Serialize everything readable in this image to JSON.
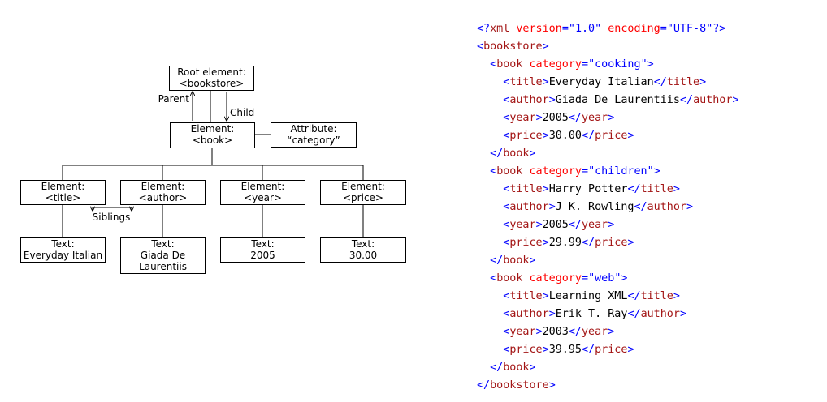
{
  "diagram": {
    "nodes": {
      "root": {
        "lines": [
          "Root element:",
          "<bookstore>"
        ]
      },
      "book": {
        "lines": [
          "Element:",
          "<book>"
        ]
      },
      "attribute": {
        "lines": [
          "Attribute:",
          "“category”"
        ]
      },
      "title": {
        "lines": [
          "Element:",
          "<title>"
        ]
      },
      "author": {
        "lines": [
          "Element:",
          "<author>"
        ]
      },
      "year": {
        "lines": [
          "Element:",
          "<year>"
        ]
      },
      "price": {
        "lines": [
          "Element:",
          "<price>"
        ]
      },
      "text_title": {
        "lines": [
          "Text:",
          "Everyday Italian"
        ]
      },
      "text_author": {
        "lines": [
          "Text:",
          "Giada De",
          "Laurentiis"
        ]
      },
      "text_year": {
        "lines": [
          "Text:",
          "2005"
        ]
      },
      "text_price": {
        "lines": [
          "Text:",
          "30.00"
        ]
      }
    },
    "relations": {
      "parent": "Parent",
      "child": "Child",
      "siblings": "Siblings"
    }
  },
  "xml_lines": [
    [
      {
        "t": "punct",
        "v": "<?"
      },
      {
        "t": "tag",
        "v": "xml"
      },
      {
        "t": "text",
        "v": " "
      },
      {
        "t": "attr",
        "v": "version"
      },
      {
        "t": "punct",
        "v": "="
      },
      {
        "t": "punct",
        "v": "\""
      },
      {
        "t": "value",
        "v": "1.0"
      },
      {
        "t": "punct",
        "v": "\""
      },
      {
        "t": "text",
        "v": " "
      },
      {
        "t": "attr",
        "v": "encoding"
      },
      {
        "t": "punct",
        "v": "="
      },
      {
        "t": "punct",
        "v": "\""
      },
      {
        "t": "value",
        "v": "UTF-8"
      },
      {
        "t": "punct",
        "v": "\""
      },
      {
        "t": "punct",
        "v": "?>"
      }
    ],
    [
      {
        "t": "punct",
        "v": "<"
      },
      {
        "t": "tag",
        "v": "bookstore"
      },
      {
        "t": "punct",
        "v": ">"
      }
    ],
    [
      {
        "t": "text",
        "v": "  "
      },
      {
        "t": "punct",
        "v": "<"
      },
      {
        "t": "tag",
        "v": "book"
      },
      {
        "t": "text",
        "v": " "
      },
      {
        "t": "attr",
        "v": "category"
      },
      {
        "t": "punct",
        "v": "="
      },
      {
        "t": "punct",
        "v": "\""
      },
      {
        "t": "value",
        "v": "cooking"
      },
      {
        "t": "punct",
        "v": "\""
      },
      {
        "t": "punct",
        "v": ">"
      }
    ],
    [
      {
        "t": "text",
        "v": "    "
      },
      {
        "t": "punct",
        "v": "<"
      },
      {
        "t": "tag",
        "v": "title"
      },
      {
        "t": "punct",
        "v": ">"
      },
      {
        "t": "text",
        "v": "Everyday Italian"
      },
      {
        "t": "punct",
        "v": "</"
      },
      {
        "t": "tag",
        "v": "title"
      },
      {
        "t": "punct",
        "v": ">"
      }
    ],
    [
      {
        "t": "text",
        "v": "    "
      },
      {
        "t": "punct",
        "v": "<"
      },
      {
        "t": "tag",
        "v": "author"
      },
      {
        "t": "punct",
        "v": ">"
      },
      {
        "t": "text",
        "v": "Giada De Laurentiis"
      },
      {
        "t": "punct",
        "v": "</"
      },
      {
        "t": "tag",
        "v": "author"
      },
      {
        "t": "punct",
        "v": ">"
      }
    ],
    [
      {
        "t": "text",
        "v": "    "
      },
      {
        "t": "punct",
        "v": "<"
      },
      {
        "t": "tag",
        "v": "year"
      },
      {
        "t": "punct",
        "v": ">"
      },
      {
        "t": "text",
        "v": "2005"
      },
      {
        "t": "punct",
        "v": "</"
      },
      {
        "t": "tag",
        "v": "year"
      },
      {
        "t": "punct",
        "v": ">"
      }
    ],
    [
      {
        "t": "text",
        "v": "    "
      },
      {
        "t": "punct",
        "v": "<"
      },
      {
        "t": "tag",
        "v": "price"
      },
      {
        "t": "punct",
        "v": ">"
      },
      {
        "t": "text",
        "v": "30.00"
      },
      {
        "t": "punct",
        "v": "</"
      },
      {
        "t": "tag",
        "v": "price"
      },
      {
        "t": "punct",
        "v": ">"
      }
    ],
    [
      {
        "t": "text",
        "v": "  "
      },
      {
        "t": "punct",
        "v": "</"
      },
      {
        "t": "tag",
        "v": "book"
      },
      {
        "t": "punct",
        "v": ">"
      }
    ],
    [
      {
        "t": "text",
        "v": "  "
      },
      {
        "t": "punct",
        "v": "<"
      },
      {
        "t": "tag",
        "v": "book"
      },
      {
        "t": "text",
        "v": " "
      },
      {
        "t": "attr",
        "v": "category"
      },
      {
        "t": "punct",
        "v": "="
      },
      {
        "t": "punct",
        "v": "\""
      },
      {
        "t": "value",
        "v": "children"
      },
      {
        "t": "punct",
        "v": "\""
      },
      {
        "t": "punct",
        "v": ">"
      }
    ],
    [
      {
        "t": "text",
        "v": "    "
      },
      {
        "t": "punct",
        "v": "<"
      },
      {
        "t": "tag",
        "v": "title"
      },
      {
        "t": "punct",
        "v": ">"
      },
      {
        "t": "text",
        "v": "Harry Potter"
      },
      {
        "t": "punct",
        "v": "</"
      },
      {
        "t": "tag",
        "v": "title"
      },
      {
        "t": "punct",
        "v": ">"
      }
    ],
    [
      {
        "t": "text",
        "v": "    "
      },
      {
        "t": "punct",
        "v": "<"
      },
      {
        "t": "tag",
        "v": "author"
      },
      {
        "t": "punct",
        "v": ">"
      },
      {
        "t": "text",
        "v": "J K. Rowling"
      },
      {
        "t": "punct",
        "v": "</"
      },
      {
        "t": "tag",
        "v": "author"
      },
      {
        "t": "punct",
        "v": ">"
      }
    ],
    [
      {
        "t": "text",
        "v": "    "
      },
      {
        "t": "punct",
        "v": "<"
      },
      {
        "t": "tag",
        "v": "year"
      },
      {
        "t": "punct",
        "v": ">"
      },
      {
        "t": "text",
        "v": "2005"
      },
      {
        "t": "punct",
        "v": "</"
      },
      {
        "t": "tag",
        "v": "year"
      },
      {
        "t": "punct",
        "v": ">"
      }
    ],
    [
      {
        "t": "text",
        "v": "    "
      },
      {
        "t": "punct",
        "v": "<"
      },
      {
        "t": "tag",
        "v": "price"
      },
      {
        "t": "punct",
        "v": ">"
      },
      {
        "t": "text",
        "v": "29.99"
      },
      {
        "t": "punct",
        "v": "</"
      },
      {
        "t": "tag",
        "v": "price"
      },
      {
        "t": "punct",
        "v": ">"
      }
    ],
    [
      {
        "t": "text",
        "v": "  "
      },
      {
        "t": "punct",
        "v": "</"
      },
      {
        "t": "tag",
        "v": "book"
      },
      {
        "t": "punct",
        "v": ">"
      }
    ],
    [
      {
        "t": "text",
        "v": "  "
      },
      {
        "t": "punct",
        "v": "<"
      },
      {
        "t": "tag",
        "v": "book"
      },
      {
        "t": "text",
        "v": " "
      },
      {
        "t": "attr",
        "v": "category"
      },
      {
        "t": "punct",
        "v": "="
      },
      {
        "t": "punct",
        "v": "\""
      },
      {
        "t": "value",
        "v": "web"
      },
      {
        "t": "punct",
        "v": "\""
      },
      {
        "t": "punct",
        "v": ">"
      }
    ],
    [
      {
        "t": "text",
        "v": "    "
      },
      {
        "t": "punct",
        "v": "<"
      },
      {
        "t": "tag",
        "v": "title"
      },
      {
        "t": "punct",
        "v": ">"
      },
      {
        "t": "text",
        "v": "Learning XML"
      },
      {
        "t": "punct",
        "v": "</"
      },
      {
        "t": "tag",
        "v": "title"
      },
      {
        "t": "punct",
        "v": ">"
      }
    ],
    [
      {
        "t": "text",
        "v": "    "
      },
      {
        "t": "punct",
        "v": "<"
      },
      {
        "t": "tag",
        "v": "author"
      },
      {
        "t": "punct",
        "v": ">"
      },
      {
        "t": "text",
        "v": "Erik T. Ray"
      },
      {
        "t": "punct",
        "v": "</"
      },
      {
        "t": "tag",
        "v": "author"
      },
      {
        "t": "punct",
        "v": ">"
      }
    ],
    [
      {
        "t": "text",
        "v": "    "
      },
      {
        "t": "punct",
        "v": "<"
      },
      {
        "t": "tag",
        "v": "year"
      },
      {
        "t": "punct",
        "v": ">"
      },
      {
        "t": "text",
        "v": "2003"
      },
      {
        "t": "punct",
        "v": "</"
      },
      {
        "t": "tag",
        "v": "year"
      },
      {
        "t": "punct",
        "v": ">"
      }
    ],
    [
      {
        "t": "text",
        "v": "    "
      },
      {
        "t": "punct",
        "v": "<"
      },
      {
        "t": "tag",
        "v": "price"
      },
      {
        "t": "punct",
        "v": ">"
      },
      {
        "t": "text",
        "v": "39.95"
      },
      {
        "t": "punct",
        "v": "</"
      },
      {
        "t": "tag",
        "v": "price"
      },
      {
        "t": "punct",
        "v": ">"
      }
    ],
    [
      {
        "t": "text",
        "v": "  "
      },
      {
        "t": "punct",
        "v": "</"
      },
      {
        "t": "tag",
        "v": "book"
      },
      {
        "t": "punct",
        "v": ">"
      }
    ],
    [
      {
        "t": "punct",
        "v": "</"
      },
      {
        "t": "tag",
        "v": "bookstore"
      },
      {
        "t": "punct",
        "v": ">"
      }
    ]
  ],
  "colors": {
    "tag": "#a31515",
    "attr": "#ff0000",
    "value": "#0000ff",
    "punct": "#0000ff",
    "text": "#000000"
  }
}
